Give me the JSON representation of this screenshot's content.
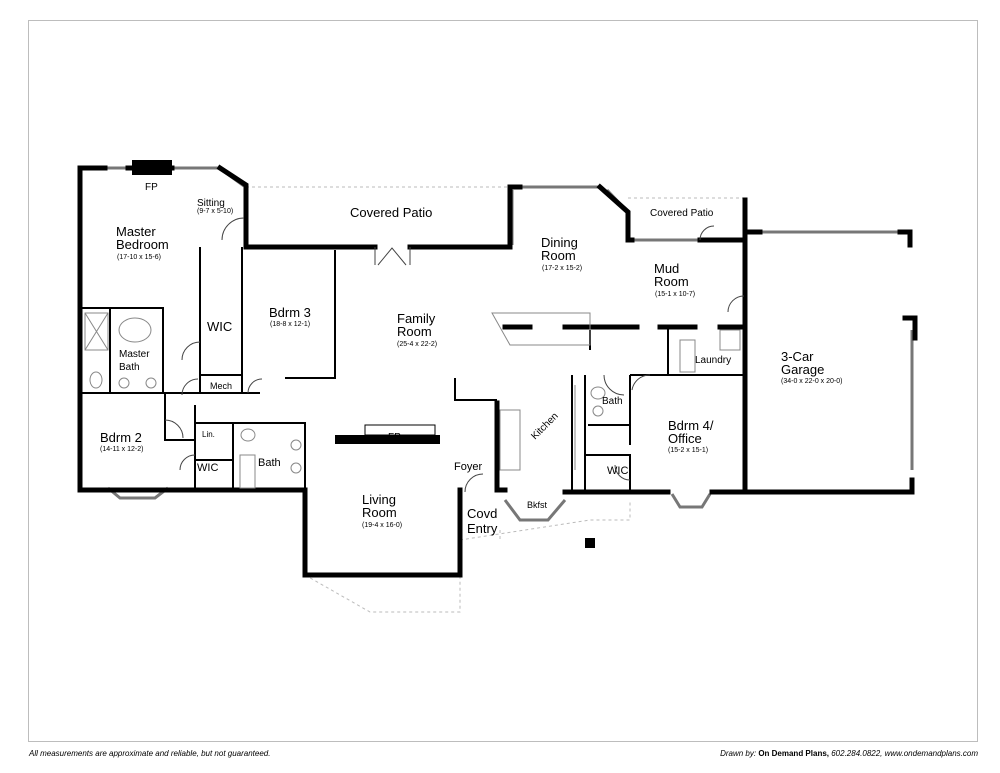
{
  "rooms": [
    {
      "name": [
        "Master",
        "Bedroom"
      ],
      "dims": "(17-10 x 15-6)"
    },
    {
      "name": [
        "Sitting"
      ],
      "dims": "(9-7 x 5-10)"
    },
    {
      "name": [
        "FP"
      ],
      "dims": ""
    },
    {
      "name": [
        "Covered Patio"
      ],
      "dims": ""
    },
    {
      "name": [
        "Dining",
        "Room"
      ],
      "dims": "(17-2 x 15-2)"
    },
    {
      "name": [
        "Covered Patio"
      ],
      "dims": ""
    },
    {
      "name": [
        "Mud",
        "Room"
      ],
      "dims": "(15-1 x 10-7)"
    },
    {
      "name": [
        "WIC"
      ],
      "dims": ""
    },
    {
      "name": [
        "Bdrm 3"
      ],
      "dims": "(18-8 x 12-1)"
    },
    {
      "name": [
        "Family",
        "Room"
      ],
      "dims": "(25-4 x 22-2)"
    },
    {
      "name": [
        "Master",
        "Bath"
      ],
      "dims": ""
    },
    {
      "name": [
        "Mech"
      ],
      "dims": ""
    },
    {
      "name": [
        "Laundry"
      ],
      "dims": ""
    },
    {
      "name": [
        "3-Car",
        "Garage"
      ],
      "dims": "(34-0 x 22-0 x 20-0)"
    },
    {
      "name": [
        "Bdrm 2"
      ],
      "dims": "(14-11 x 12-2)"
    },
    {
      "name": [
        "Lin."
      ],
      "dims": ""
    },
    {
      "name": [
        "WIC"
      ],
      "dims": ""
    },
    {
      "name": [
        "Bath"
      ],
      "dims": ""
    },
    {
      "name": [
        "FP"
      ],
      "dims": ""
    },
    {
      "name": [
        "Kitchen"
      ],
      "dims": ""
    },
    {
      "name": [
        "Bath"
      ],
      "dims": ""
    },
    {
      "name": [
        "Bdrm 4/",
        "Office"
      ],
      "dims": "(15-2 x 15-1)"
    },
    {
      "name": [
        "WIC"
      ],
      "dims": ""
    },
    {
      "name": [
        "Foyer"
      ],
      "dims": ""
    },
    {
      "name": [
        "Living",
        "Room"
      ],
      "dims": "(19-4 x 16-0)"
    },
    {
      "name": [
        "Covd",
        "Entry"
      ],
      "dims": ""
    },
    {
      "name": [
        "Bkfst"
      ],
      "dims": ""
    }
  ],
  "footer": {
    "disclaimer": "All measurements are approximate and reliable, but not guaranteed.",
    "drawn_by_label": "Drawn by:",
    "company": "On Demand Plans,",
    "contact": "602.284.0822, www.ondemandplans.com"
  }
}
